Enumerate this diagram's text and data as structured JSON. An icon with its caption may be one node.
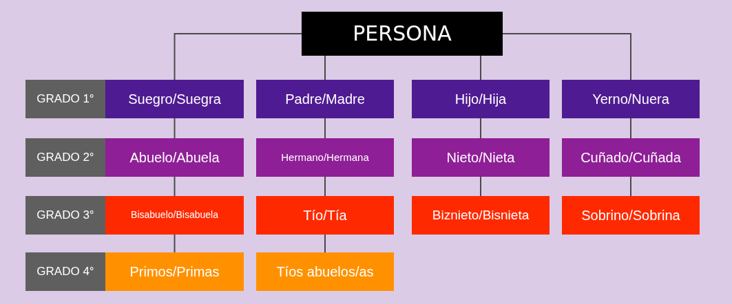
{
  "diagram": {
    "nodes": [
      {
        "text": [
          "PERSONA"
        ]
      },
      {
        "text": [
          "GRADO 1°"
        ]
      },
      {
        "text": [
          "Suegro/Suegra"
        ]
      },
      {
        "text": [
          "Padre/Madre"
        ]
      },
      {
        "text": [
          "Hijo/Hija"
        ]
      },
      {
        "text": [
          "Yerno/Nuera"
        ]
      },
      {
        "text": [
          "GRADO 2°"
        ]
      },
      {
        "text": [
          "Abuelo/Abuela"
        ]
      },
      {
        "text": [
          "Hermano/Hermana"
        ]
      },
      {
        "text": [
          "Nieto/Nieta"
        ]
      },
      {
        "text": [
          "Cuñado/Cuñada"
        ]
      },
      {
        "text": [
          "GRADO 3°"
        ]
      },
      {
        "text": [
          "Bisabuelo/Bisabuela"
        ]
      },
      {
        "text": [
          "Tío/Tía"
        ]
      },
      {
        "text": [
          "Biznieto/Bisnieta"
        ]
      },
      {
        "text": [
          "Sobrino/Sobrina"
        ]
      },
      {
        "text": [
          "GRADO 4°"
        ]
      },
      {
        "text": [
          "Primos/Primas"
        ]
      },
      {
        "text": [
          "Tíos abuelos/as"
        ]
      }
    ],
    "edges": [
      {
        "from": 0,
        "to": 2,
        "arrow": "none"
      },
      {
        "from": 0,
        "to": 3,
        "arrow": "none"
      },
      {
        "from": 0,
        "to": 4,
        "arrow": "none"
      },
      {
        "from": 0,
        "to": 5,
        "arrow": "none"
      },
      {
        "from": 2,
        "to": 7,
        "arrow": "none"
      },
      {
        "from": 7,
        "to": 12,
        "arrow": "none"
      },
      {
        "from": 12,
        "to": 17,
        "arrow": "none"
      },
      {
        "from": 3,
        "to": 8,
        "arrow": "none"
      },
      {
        "from": 8,
        "to": 13,
        "arrow": "none"
      },
      {
        "from": 13,
        "to": 18,
        "arrow": "none"
      },
      {
        "from": 4,
        "to": 9,
        "arrow": "none"
      },
      {
        "from": 9,
        "to": 14,
        "arrow": "none"
      },
      {
        "from": 5,
        "to": 10,
        "arrow": "none"
      },
      {
        "from": 10,
        "to": 15,
        "arrow": "none"
      }
    ]
  }
}
